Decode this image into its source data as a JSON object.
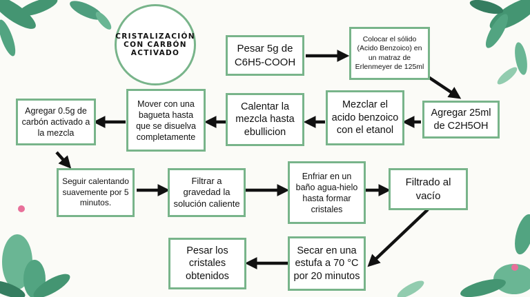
{
  "title": "Cristalización con carbón activado",
  "steps": {
    "s1": "Pesar 5g de C6H5-COOH",
    "s2": "Colocar el sólido (Acido Benzoico) en un matraz de Erlenmeyer de 125ml",
    "s3": "Agregar 25ml de C2H5OH",
    "s4": "Mezclar el acido benzoico con el etanol",
    "s5": "Calentar la mezcla hasta ebullicion",
    "s6": "Mover con una bagueta hasta que se disuelva completamente",
    "s7": "Agregar 0.5g de carbón activado a la mezcla",
    "s8": "Seguir calentando suavemente por 5 minutos.",
    "s9": "Filtrar a gravedad la solución caliente",
    "s10": "Enfriar en un baño agua-hielo hasta formar cristales",
    "s11": "Filtrado al vacío",
    "s12": "Secar en una estufa a 70 °C por 20 minutos",
    "s13": "Pesar los cristales obtenidos"
  },
  "colors": {
    "border": "#78b48a",
    "arrow": "#111111",
    "leaf": "#2f8a63",
    "leaf_light": "#86c7a6",
    "flower": "#e8709a"
  }
}
